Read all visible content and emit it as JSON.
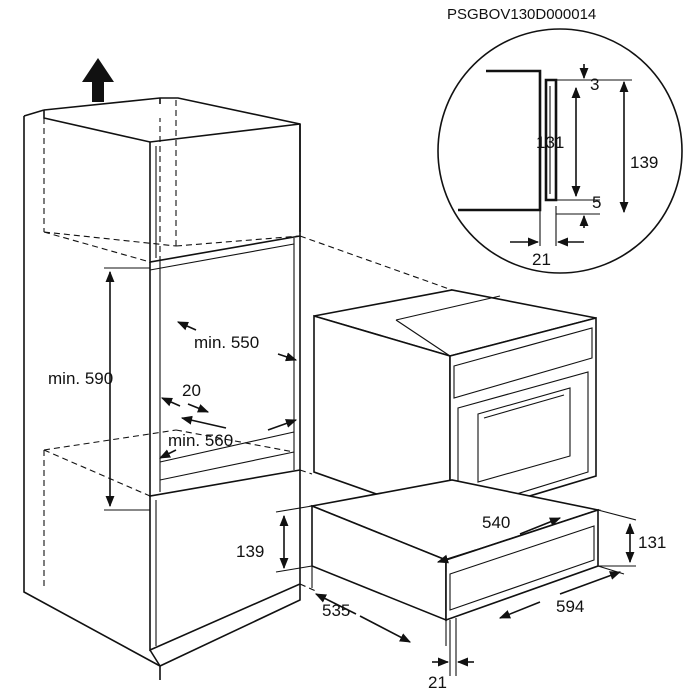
{
  "diagram": {
    "code": "PSGBOV130D000014",
    "labels": {
      "min_590": "min. 590",
      "min_550": "min. 550",
      "min_560": "min. 560",
      "d20": "20",
      "d139_left": "139",
      "d535": "535",
      "d21_bottom": "21",
      "d540": "540",
      "d594": "594",
      "d131_right": "131",
      "detail_3": "3",
      "detail_131": "131",
      "detail_139": "139",
      "detail_5": "5",
      "detail_21": "21"
    },
    "icons": {
      "up_arrow": "up-arrow-icon"
    }
  }
}
